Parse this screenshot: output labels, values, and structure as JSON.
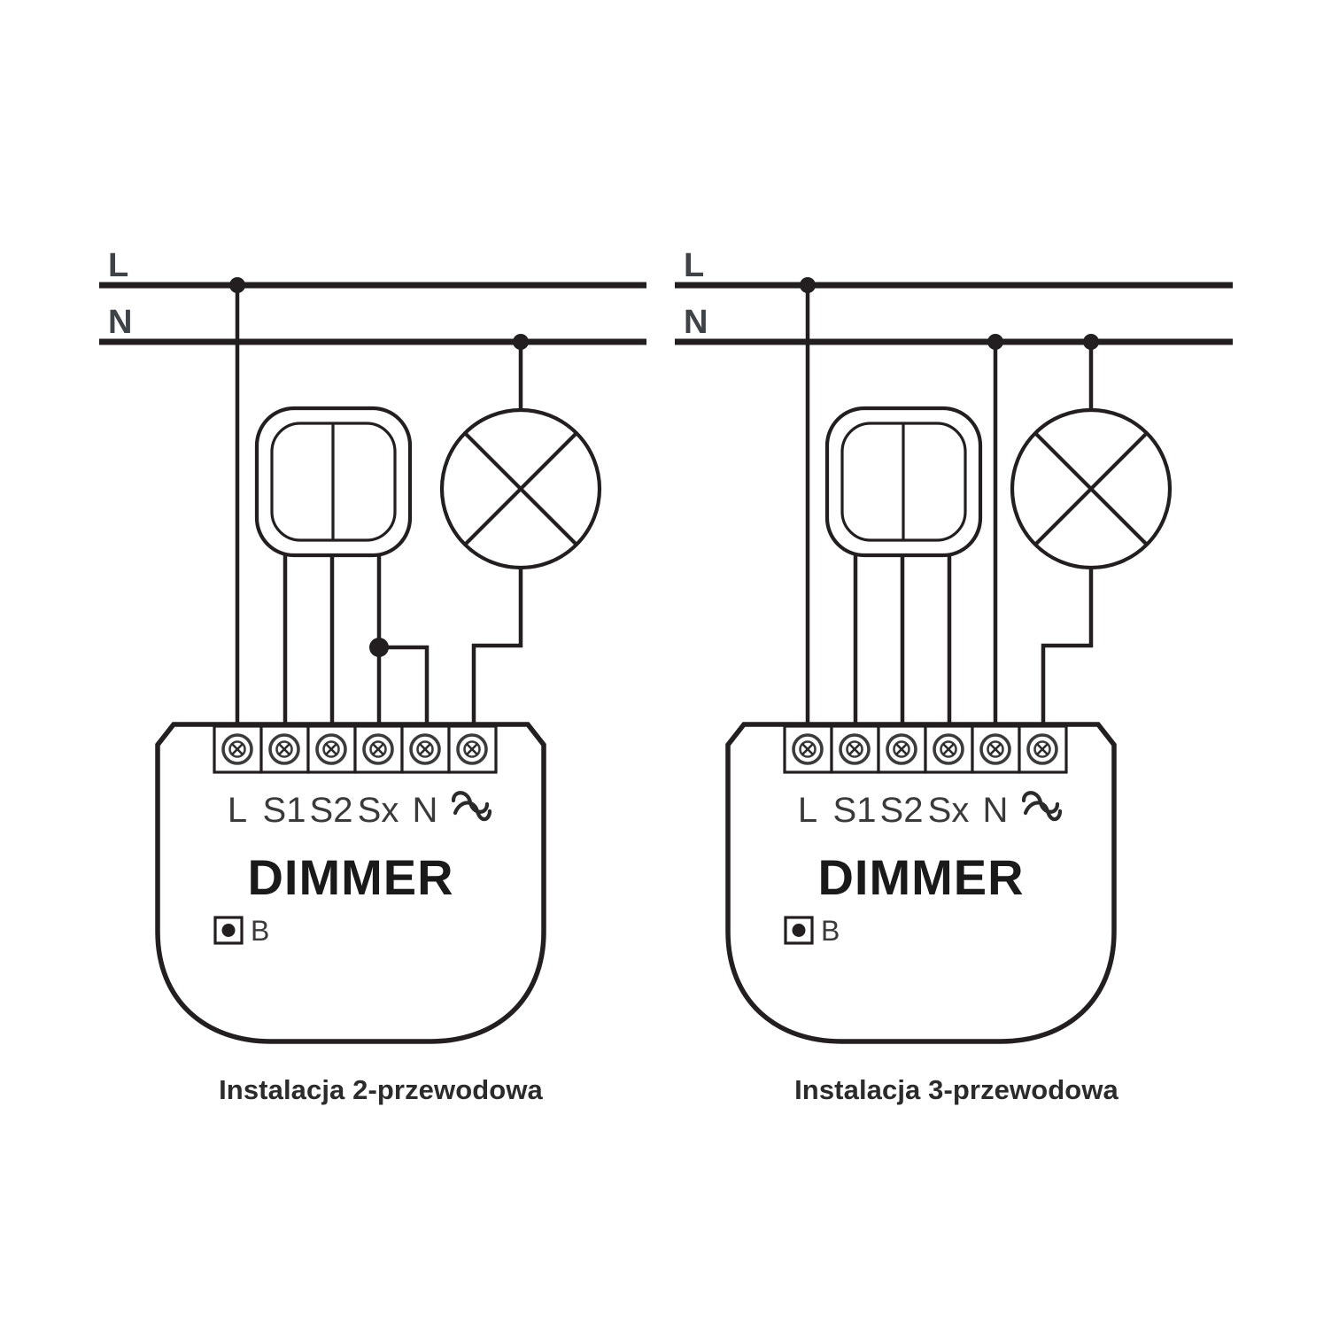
{
  "figure": {
    "kind": "wiring-diagram",
    "device_label": "DIMMER",
    "line_color": "#231f20",
    "background": "#ffffff"
  },
  "rails": {
    "live_label": "L",
    "neutral_label": "N"
  },
  "terminals": {
    "labels": [
      "L",
      "S1",
      "S2",
      "Sx",
      "N",
      "antenna-icon"
    ],
    "text_labels": [
      "L",
      "S1",
      "S2",
      "Sx",
      "N"
    ],
    "antenna_name": "antenna-icon"
  },
  "button": {
    "label": "B",
    "name": "b-button"
  },
  "panels": [
    {
      "id": "left",
      "caption": "Instalacja 2-przewodowa",
      "device_label": "DIMMER",
      "button_label": "B",
      "live_label": "L",
      "neutral_label": "N",
      "wire_count": 2,
      "junction_dots": 3,
      "switch": "double-rocker-switch",
      "lamp": "lamp-symbol"
    },
    {
      "id": "right",
      "caption": "Instalacja 3-przewodowa",
      "device_label": "DIMMER",
      "button_label": "B",
      "live_label": "L",
      "neutral_label": "N",
      "wire_count": 3,
      "junction_dots": 3,
      "switch": "double-rocker-switch",
      "lamp": "lamp-symbol"
    }
  ]
}
